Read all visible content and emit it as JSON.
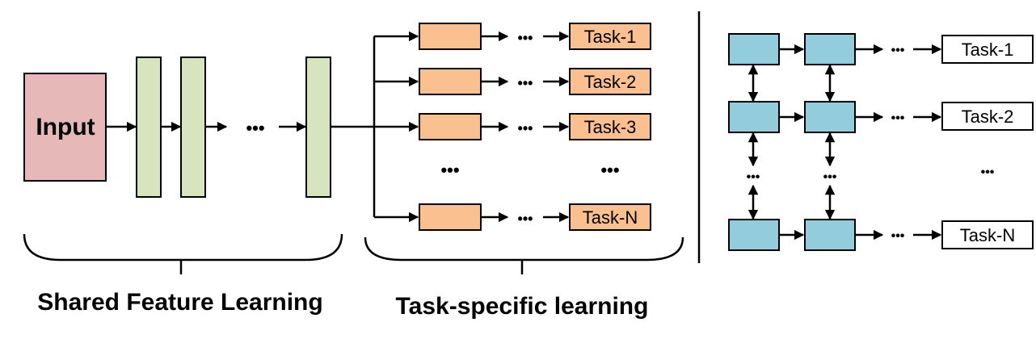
{
  "left_panel": {
    "input_label": "Input",
    "ellipsis": "•••",
    "tasks": [
      "Task-1",
      "Task-2",
      "Task-3",
      "Task-N"
    ],
    "more_tasks": "•••",
    "shared_caption": "Shared Feature Learning",
    "task_caption": "Task-specific learning"
  },
  "right_panel": {
    "ellipsis": "•••",
    "tasks": [
      "Task-1",
      "Task-2",
      "Task-N"
    ],
    "more_rows": "•••"
  },
  "colors": {
    "input_fill": "#e6b8b7",
    "shared_layer_fill": "#d7e4bd",
    "task_block_fill": "#fac090",
    "right_block_fill": "#93cddd",
    "task_box_fill": "#ffffff",
    "stroke": "#000000"
  }
}
